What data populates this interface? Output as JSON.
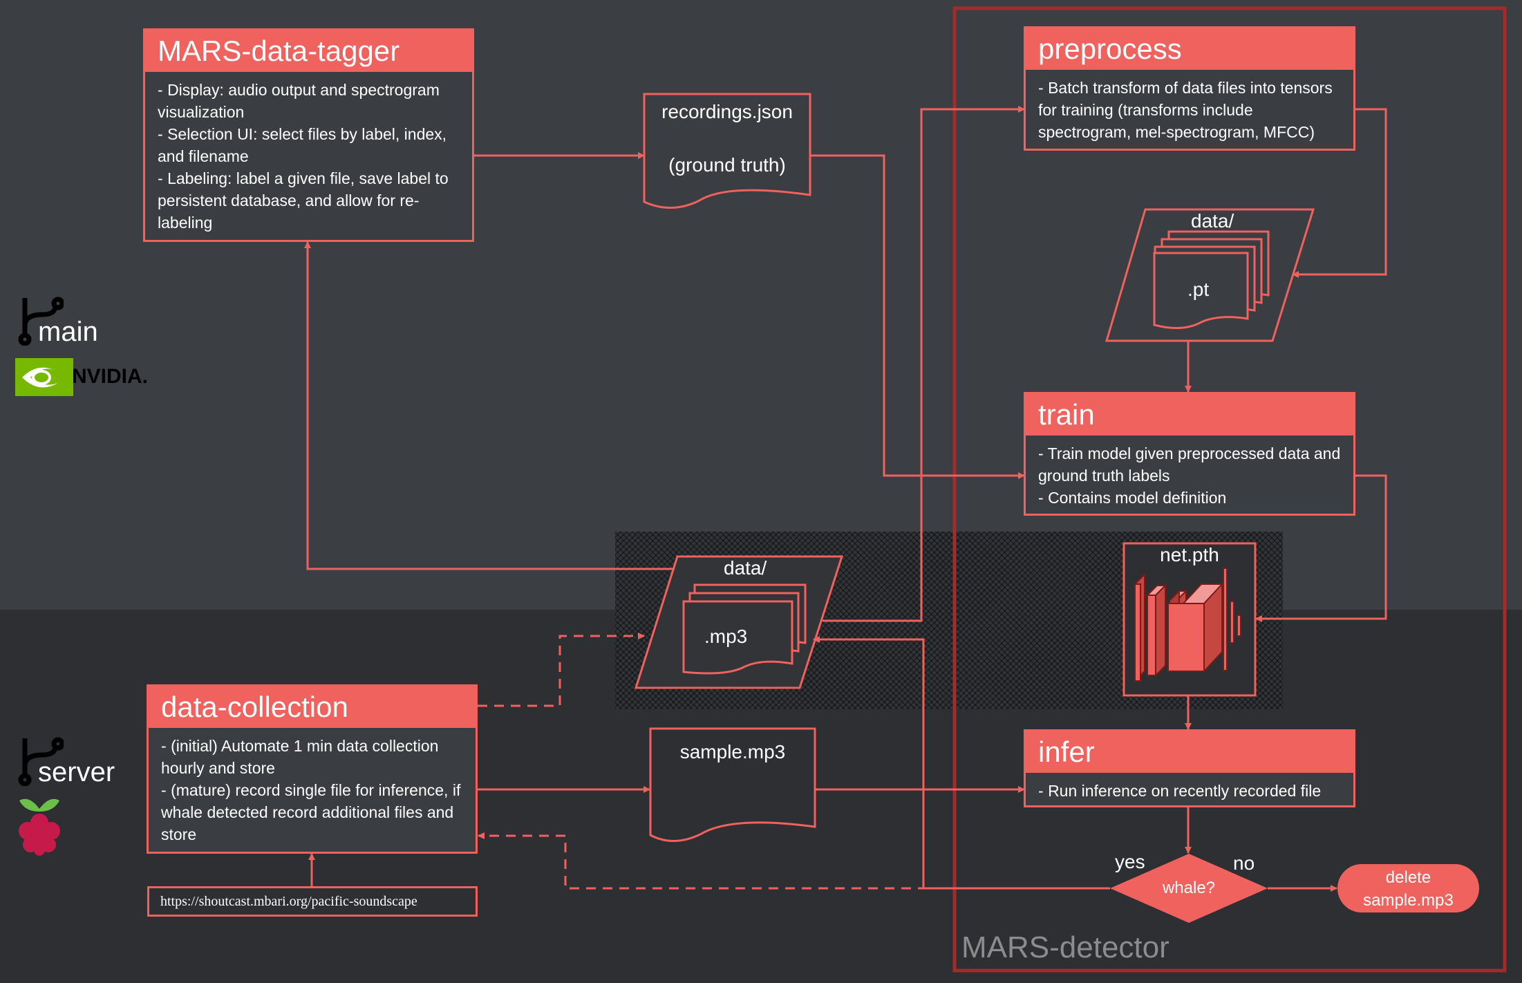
{
  "tagger": {
    "title": "MARS-data-tagger",
    "items": [
      "Display: audio output and spectrogram visualization",
      "Selection UI: select files by label, index, and filename",
      "Labeling: label a given file, save label to persistent database, and allow for re-labeling"
    ]
  },
  "preprocess": {
    "title": "preprocess",
    "items": [
      "Batch transform of data files into tensors for training (transforms include spectrogram, mel-spectrogram, MFCC)"
    ]
  },
  "train": {
    "title": "train",
    "items": [
      "Train model given preprocessed data and ground truth labels",
      "Contains model definition"
    ]
  },
  "infer": {
    "title": "infer",
    "items": [
      "Run inference on recently recorded file"
    ]
  },
  "collection": {
    "title": "data-collection",
    "items": [
      "(initial) Automate 1 min data collection hourly and store",
      "(mature) record single file for inference, if whale detected record additional files and store"
    ]
  },
  "recordings": {
    "line1": "recordings.json",
    "line2": "(ground truth)"
  },
  "data_pt": {
    "folder": "data/",
    "ext": ".pt"
  },
  "data_mp3": {
    "folder": "data/",
    "ext": ".mp3"
  },
  "sample": {
    "label": "sample.mp3"
  },
  "netpth": {
    "label": "net.pth"
  },
  "decision": {
    "label": "whale?",
    "yes": "yes",
    "no": "no"
  },
  "delete_step": {
    "line1": "delete",
    "line2": "sample.mp3"
  },
  "url": "https://shoutcast.mbari.org/pacific-soundscape",
  "detector_label": "MARS-detector",
  "branches": {
    "main": "main",
    "server": "server"
  },
  "nvidia": "NVIDIA.",
  "colors": {
    "accent": "#f0625e",
    "boundary": "#a52a2a",
    "top_bg": "#3b3e42",
    "bottom_bg": "#2d2f33",
    "nvidia_green": "#76b900",
    "raspberry": "#c51a4a"
  }
}
